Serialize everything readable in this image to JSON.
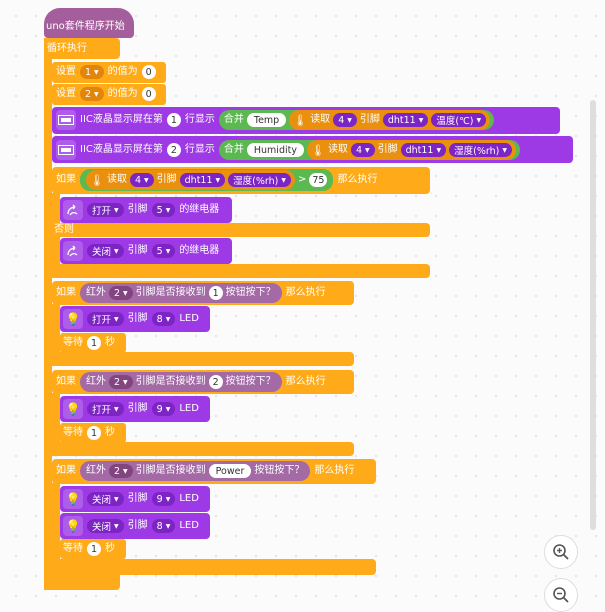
{
  "hat_label": "uno套件程序开始",
  "loop_label": "循环执行",
  "set_blocks": [
    {
      "prefix": "设置",
      "var": "1",
      "mid": "的值为",
      "value": "0"
    },
    {
      "prefix": "设置",
      "var": "2",
      "mid": "的值为",
      "value": "0"
    }
  ],
  "lcd_blocks": [
    {
      "prefix": "IIC液晶显示屏在第",
      "row": "1",
      "mid": "行显示",
      "join": "合并",
      "text": "Temp",
      "read": "读取",
      "pin_num": "4",
      "pin": "引脚",
      "sensor": "dht11",
      "mode": "温度(℃)"
    },
    {
      "prefix": "IIC液晶显示屏在第",
      "row": "2",
      "mid": "行显示",
      "join": "合并",
      "text": "Humidity",
      "read": "读取",
      "pin_num": "4",
      "pin": "引脚",
      "sensor": "dht11",
      "mode": "湿度(%rh)"
    }
  ],
  "if1": {
    "if_label": "如果",
    "read": "读取",
    "pin_num": "4",
    "pin": "引脚",
    "sensor": "dht11",
    "mode": "湿度(%rh)",
    "op": ">",
    "value": "75",
    "then": "那么执行",
    "else_label": "否则"
  },
  "relay_blocks": [
    {
      "action": "打开",
      "pin": "引脚",
      "pin_num": "5",
      "suffix": "的继电器"
    },
    {
      "action": "关闭",
      "pin": "引脚",
      "pin_num": "5",
      "suffix": "的继电器"
    }
  ],
  "ir_blocks": [
    {
      "if_label": "如果",
      "ir": "红外",
      "ir_num": "2",
      "mid": "引脚是否接收到",
      "button": "1",
      "suffix": "按钮按下？",
      "then": "那么执行"
    },
    {
      "if_label": "如果",
      "ir": "红外",
      "ir_num": "2",
      "mid": "引脚是否接收到",
      "button": "2",
      "suffix": "按钮按下？",
      "then": "那么执行"
    },
    {
      "if_label": "如果",
      "ir": "红外",
      "ir_num": "2",
      "mid": "引脚是否接收到",
      "button": "Power",
      "suffix": "按钮按下？",
      "then": "那么执行"
    }
  ],
  "led_blocks": [
    {
      "action": "打开",
      "pin": "引脚",
      "pin_num": "8",
      "suffix": "LED"
    },
    {
      "action": "打开",
      "pin": "引脚",
      "pin_num": "9",
      "suffix": "LED"
    },
    {
      "action": "关闭",
      "pin": "引脚",
      "pin_num": "9",
      "suffix": "LED"
    },
    {
      "action": "关闭",
      "pin": "引脚",
      "pin_num": "8",
      "suffix": "LED"
    }
  ],
  "wait_blocks": [
    {
      "prefix": "等待",
      "value": "1",
      "unit": "秒"
    },
    {
      "prefix": "等待",
      "value": "1",
      "unit": "秒"
    },
    {
      "prefix": "等待",
      "value": "1",
      "unit": "秒"
    }
  ],
  "zoom": {
    "in_icon": "zoom-in-icon",
    "out_icon": "zoom-out-icon"
  },
  "colors": {
    "control": "#ffab19",
    "event": "#a45e9b",
    "actuator": "#9d3ae6",
    "operator": "#5cb850",
    "sensor": "#a36aa6"
  }
}
